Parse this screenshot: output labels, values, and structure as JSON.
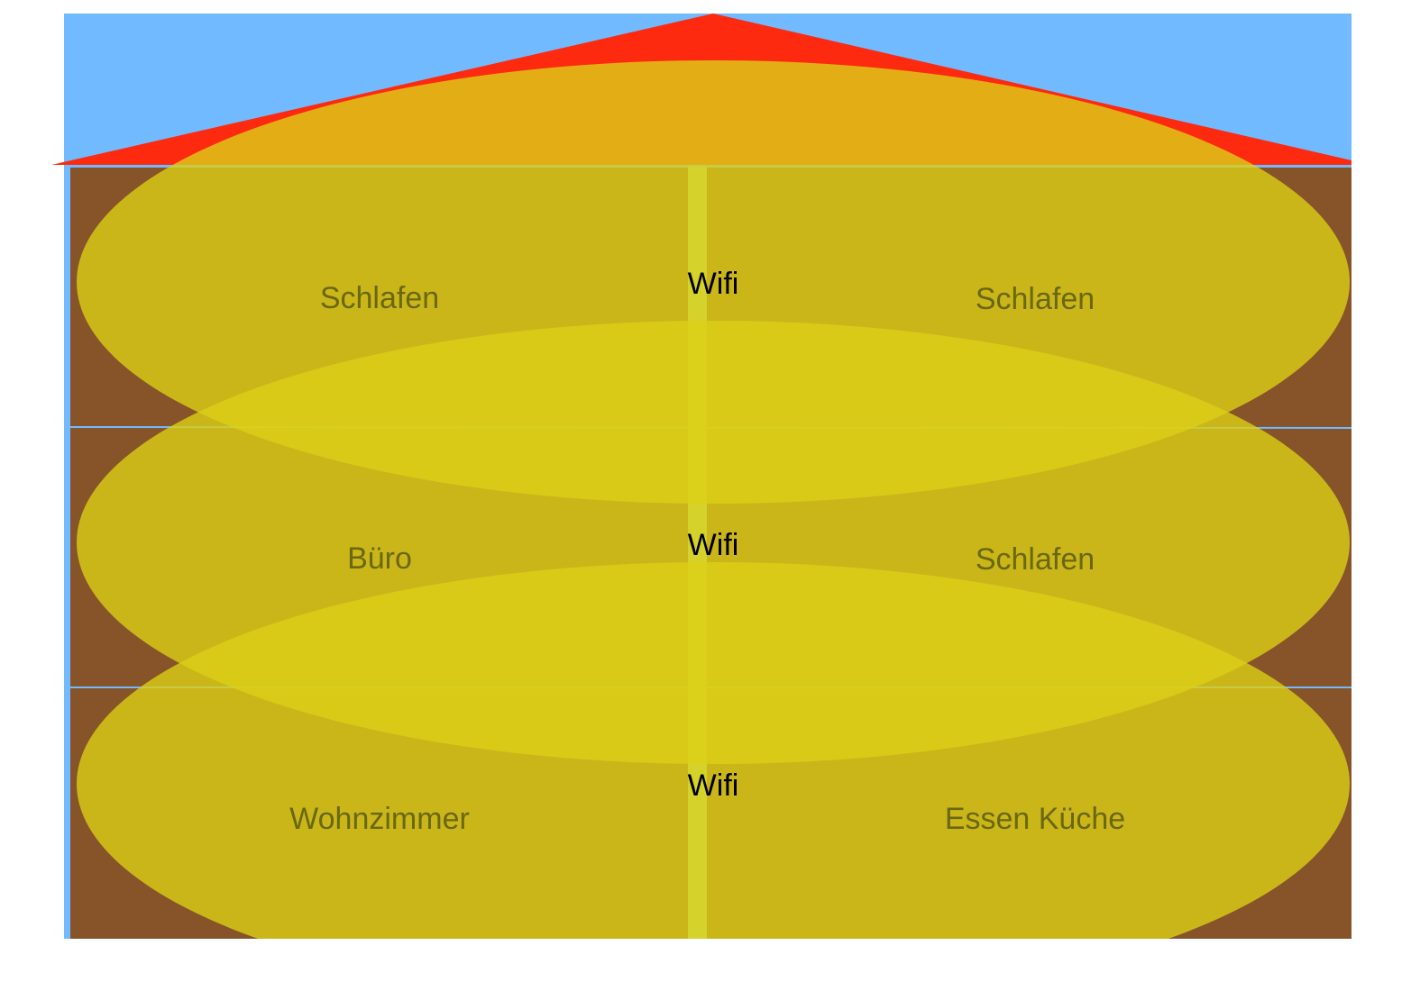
{
  "colors": {
    "sky": "#72baff",
    "roof": "#fd2a10",
    "house_wall": "#875328",
    "floor_line": "#72baff",
    "wifi_pipe": "#b5da7f",
    "coverage": "#dcd016",
    "coverage_opacity": 0.8,
    "room_text": "#6a6810",
    "wifi_text": "#000000"
  },
  "rooms": {
    "top_left": "Schlafen",
    "top_right": "Schlafen",
    "middle_left": "Büro",
    "middle_right": "Schlafen",
    "bottom_left": "Wohnzimmer",
    "bottom_right": "Essen Küche"
  },
  "wifi": {
    "top": "Wifi",
    "middle": "Wifi",
    "bottom": "Wifi"
  }
}
